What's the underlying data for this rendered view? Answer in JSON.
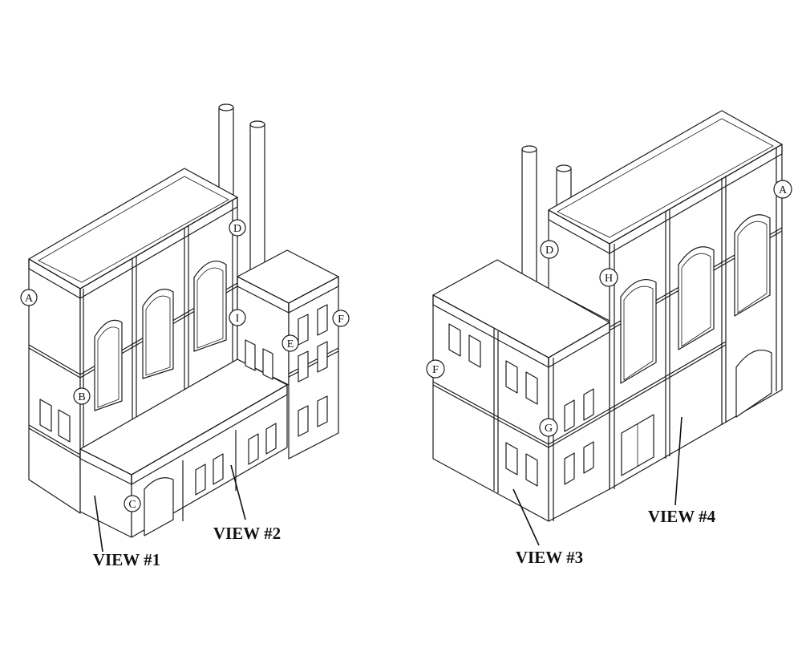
{
  "views": {
    "view1": "VIEW #1",
    "view2": "VIEW #2",
    "view3": "VIEW #3",
    "view4": "VIEW #4"
  },
  "left_callouts": [
    "A",
    "B",
    "C",
    "D",
    "I",
    "E",
    "F"
  ],
  "right_callouts": [
    "A",
    "D",
    "H",
    "F",
    "G"
  ],
  "colors": {
    "line": "#1a1a1a",
    "background": "#ffffff"
  }
}
